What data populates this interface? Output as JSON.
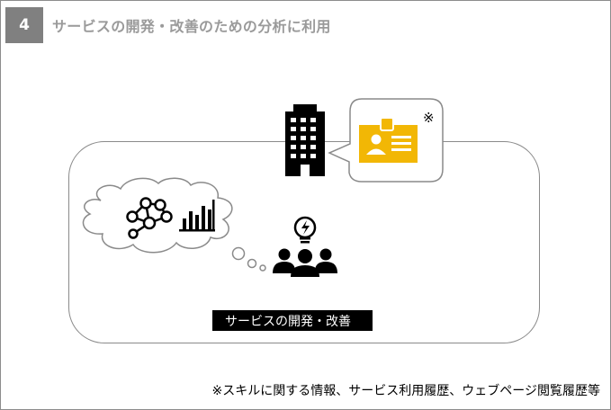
{
  "header": {
    "number": "4",
    "title": "サービスの開発・改善のための分析に利用"
  },
  "diagram": {
    "service_label": "サービスの開発・改善",
    "callout_mark": "※"
  },
  "footnote": "※スキルに関する情報、サービス利用履歴、ウェブページ閲覧履歴等",
  "colors": {
    "accent": "#F2B705",
    "badge": "#808080",
    "title": "#9A9A9A",
    "border": "#8A8A8A"
  }
}
